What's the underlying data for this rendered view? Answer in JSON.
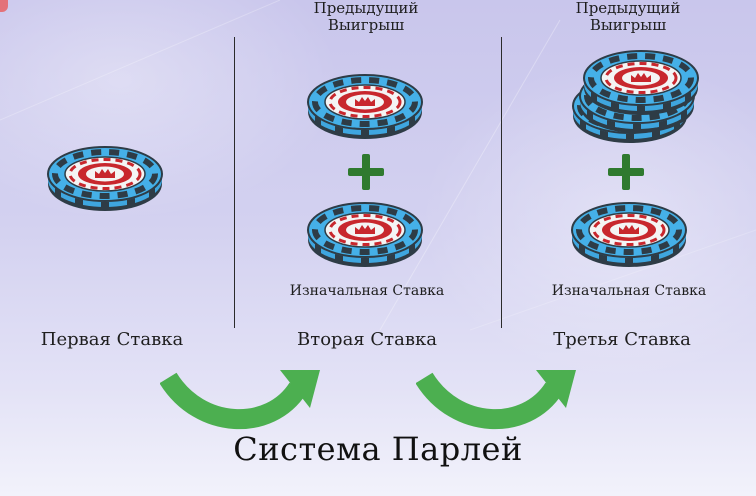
{
  "diagram": {
    "title": "Система Парлей",
    "columns": [
      {
        "title": "Первая Ставка"
      },
      {
        "title": "Вторая Ставка",
        "top_label": "Предыдущий Выигрыш",
        "bottom_caption": "Изначальная Ставка"
      },
      {
        "title": "Третья Ставка",
        "top_label": "Предыдущий Выигрыш",
        "bottom_caption": "Изначальная Ставка"
      }
    ],
    "plus_symbol": "plus-icon",
    "arrow_symbol": "curved-arrow-icon",
    "chip_symbol": "poker-chip-icon",
    "colors": {
      "chip_blue": "#3fa6df",
      "chip_dark": "#3a4a55",
      "chip_red": "#c8272d",
      "chip_white": "#f4f4f4",
      "plus_green": "#2f7a2f",
      "arrow_green": "#4caf50"
    }
  }
}
